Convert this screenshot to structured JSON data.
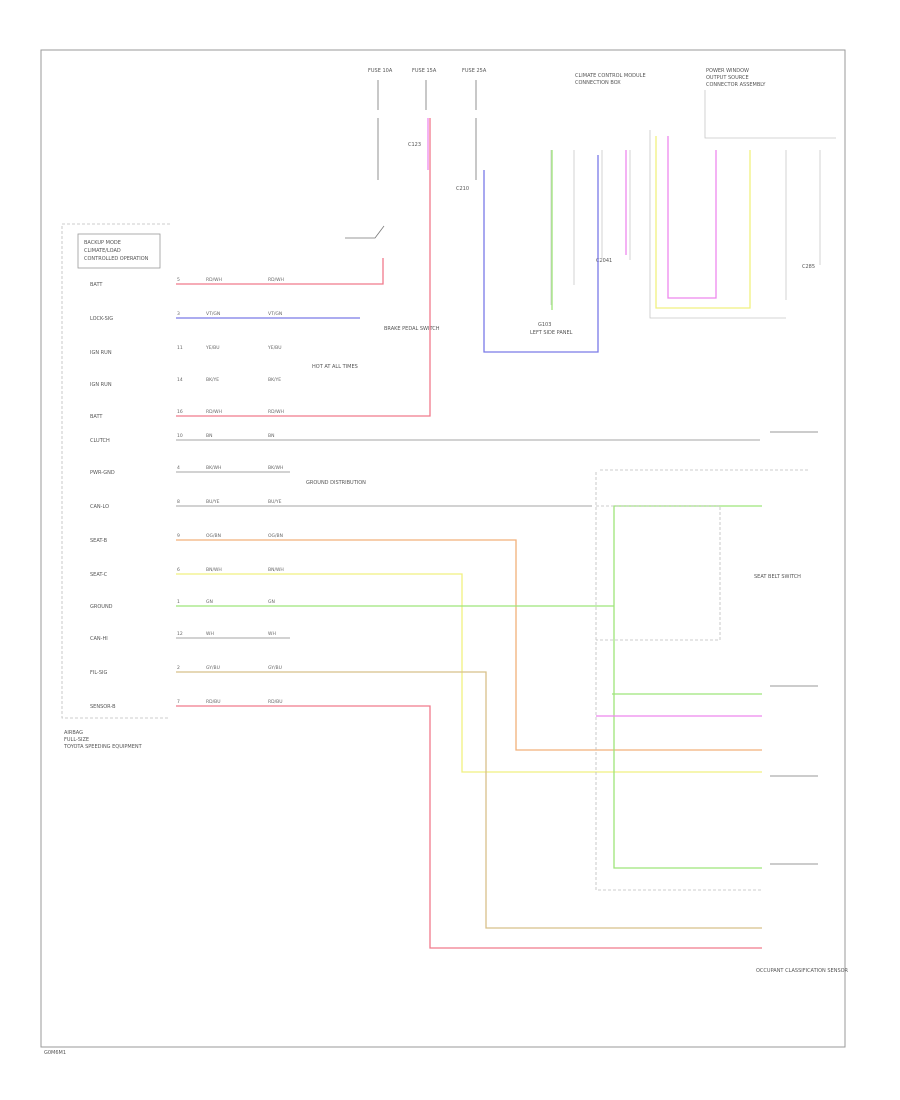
{
  "footer_code": "G0M6M1",
  "modules": {
    "main": [
      "AIRBAG",
      "FULL-SIZE",
      "TOYOTA SPEEDING EQUIPMENT"
    ],
    "left_box": [
      "BACKUP MODE",
      "CLIMATE/LOAD",
      "CONTROLLED OPERATION"
    ],
    "top_center": [
      "CLIMATE CONTROL MODULE",
      "CONNECTION BOX"
    ],
    "top_right": [
      "POWER WINDOW",
      "OUTPUT SOURCE",
      "CONNECTOR ASSEMBLY"
    ]
  },
  "row_labels": [
    "BATT",
    "LOCK-SIG",
    "IGN RUN",
    "IGN RUN",
    "BATT",
    "CLUTCH",
    "PWR-GND",
    "CAN-LO",
    "SEAT-B",
    "SEAT-C",
    "GROUND",
    "CAN-HI",
    "FIL-SIG",
    "SENSOR-B"
  ],
  "pin_numbers": [
    "5",
    "3",
    "11",
    "14",
    "16",
    "10",
    "4",
    "8",
    "9",
    "6",
    "1",
    "12",
    "2",
    "7"
  ],
  "wire_codes": [
    "RD/WH",
    "VT/GN",
    "YE/BU",
    "BK/YE",
    "RD/WH",
    "BN",
    "BK/WH",
    "BU/YE",
    "OG/BN",
    "BN/WH",
    "GN",
    "WH",
    "GY/BU",
    "RD/BU"
  ],
  "fuse_labels": [
    "FUSE 10A",
    "FUSE 15A",
    "FUSE 25A"
  ],
  "connector_labels": [
    "C123",
    "C210",
    "C2041",
    "C285",
    "G103"
  ],
  "component_notes": [
    "BRAKE PEDAL SWITCH",
    "SEAT BELT SWITCH",
    "HOT AT ALL TIMES",
    "GROUND DISTRIBUTION",
    "LEFT SIDE PANEL",
    "OCCUPANT CLASSIFICATION SENSOR"
  ],
  "colors": {
    "red_wire": "#f07a8c",
    "blue_wire": "#7a7ae8",
    "green_wire": "#9ee57a",
    "yellow_wire": "#f0f080",
    "orange_wire": "#f2b07a",
    "tan_wire": "#d8c08a",
    "magenta_wire": "#ee88ee",
    "gray_wire": "#b8b8b8",
    "frame": "#9a9a9a"
  }
}
